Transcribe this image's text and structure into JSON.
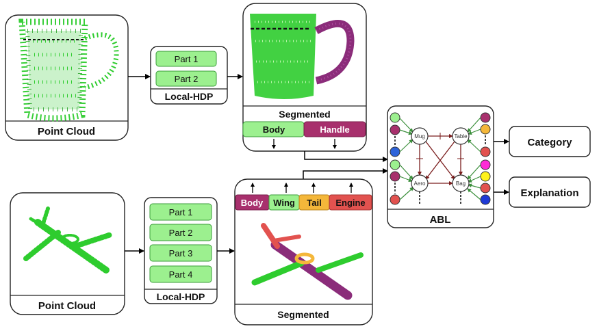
{
  "top_row": {
    "input_label": "Point Cloud",
    "hdp_label": "Local-HDP",
    "parts": [
      "Part 1",
      "Part 2"
    ],
    "segmented_label": "Segmented",
    "segment_tags": [
      "Body",
      "Handle"
    ]
  },
  "bottom_row": {
    "input_label": "Point Cloud",
    "hdp_label": "Local-HDP",
    "parts": [
      "Part 1",
      "Part 2",
      "Part 3",
      "Part 4"
    ],
    "segmented_label": "Segmented",
    "segment_tags": [
      "Body",
      "Wing",
      "Tail",
      "Engine"
    ]
  },
  "abl": {
    "label": "ABL",
    "nodes": [
      "Mug",
      "Table",
      "Aero",
      "Bag"
    ]
  },
  "outputs": {
    "category": "Category",
    "explanation": "Explanation"
  },
  "colors": {
    "part_fill": "#9cf08f",
    "part_stroke": "#3a9d3a",
    "points_green": "#2ecc2e",
    "handle_purple": "#8b2c7a",
    "tail_orange": "#f4b73a",
    "engine_red": "#e2524f",
    "body_magenta": "#a8306d",
    "arrow_dark_red": "#7a1d1d"
  }
}
